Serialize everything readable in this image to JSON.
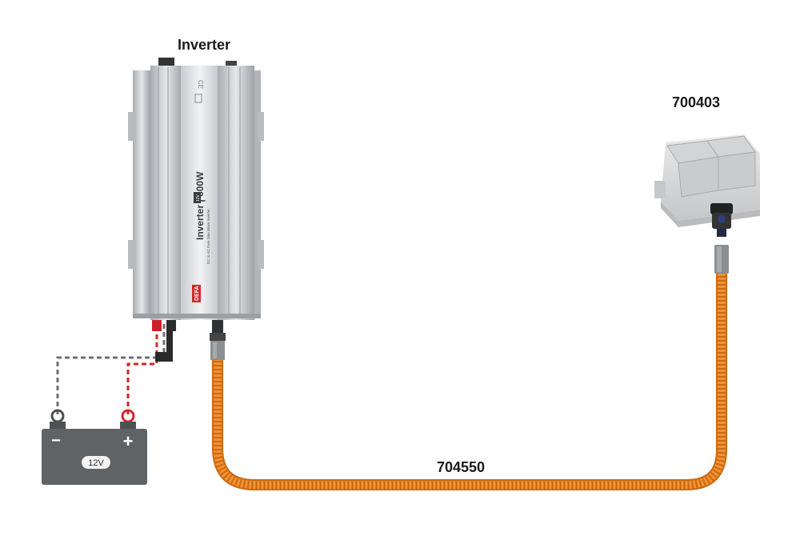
{
  "labels": {
    "inverter": "Inverter",
    "socket_part": "700403",
    "cable_part": "704550",
    "battery_voltage": "12V",
    "battery_minus": "−",
    "battery_plus": "+",
    "inverter_model": "Inverter | 600W",
    "inverter_voltage_badge": "12V",
    "inverter_subtitle": "DC to AC Pure Sine Wave Inverter",
    "inverter_brand": "DEFA"
  },
  "colors": {
    "cable": "#f08a2a",
    "cable_dark": "#c96a14",
    "battery": "#5f6366",
    "inverter_body": "#d4d7da",
    "positive_wire": "#d6282b",
    "negative_wire": "#8a8a8a",
    "socket": "#d9dadc"
  },
  "icons": [
    "ce-mark-icon",
    "weee-bin-icon",
    "battery-icon",
    "power-socket-icon"
  ]
}
